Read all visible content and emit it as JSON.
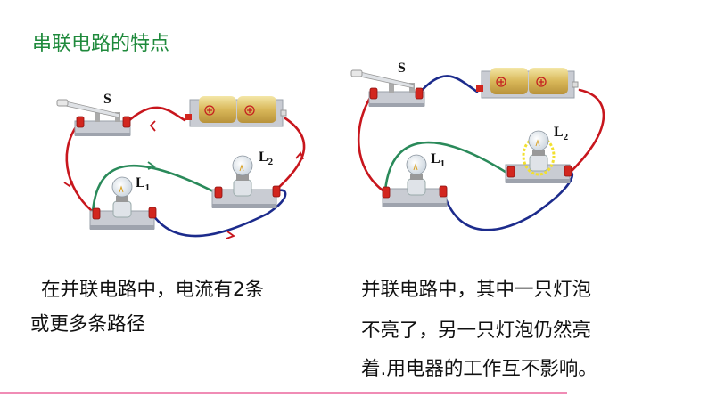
{
  "title": "串联电路的特点",
  "left_circuit": {
    "switch_label": "S",
    "lamp1": {
      "letter": "L",
      "sub": "1"
    },
    "lamp2": {
      "letter": "L",
      "sub": "2"
    }
  },
  "right_circuit": {
    "switch_label": "S",
    "lamp1": {
      "letter": "L",
      "sub": "1"
    },
    "lamp2": {
      "letter": "L",
      "sub": "2"
    }
  },
  "left_text": [
    "在并联电路中，电流有2条",
    "或更多条路径"
  ],
  "right_text": [
    "并联电路中，其中一只灯泡",
    "不亮了，另一只灯泡仍然亮",
    "着.用电器的工作互不影响。"
  ],
  "colors": {
    "title": "#1f8a3c",
    "red_wire": "#c8161d",
    "green_wire": "#2a8a5a",
    "blue_wire": "#1c2b8c",
    "bottom_line": "#f08cb5"
  }
}
